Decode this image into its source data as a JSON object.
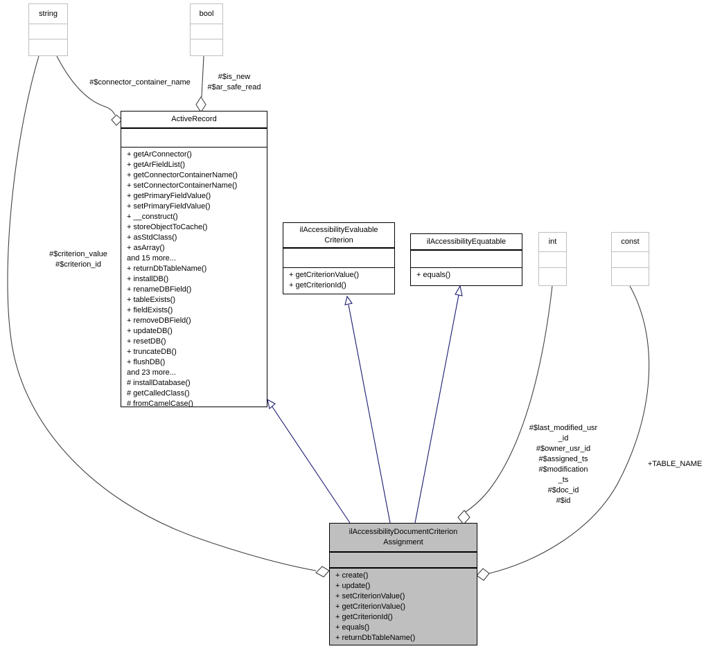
{
  "diagram_type": "uml-collaboration-graph",
  "colors": {
    "inheritance_edge": "#191970",
    "aggregation_edge": "#404040",
    "highlight_node_fill": "#bfbfbf",
    "external_node_border": "#bebebe",
    "node_border": "#000000",
    "background": "#ffffff"
  },
  "classes": {
    "string_type": {
      "title": "string"
    },
    "bool_type": {
      "title": "bool"
    },
    "int_type": {
      "title": "int"
    },
    "const_type": {
      "title": "const"
    },
    "active_record": {
      "title": "ActiveRecord",
      "methods": [
        "+ getArConnector()",
        "+ getArFieldList()",
        "+ getConnectorContainerName()",
        "+ setConnectorContainerName()",
        "+ getPrimaryFieldValue()",
        "+ setPrimaryFieldValue()",
        "+ __construct()",
        "+ storeObjectToCache()",
        "+ asStdClass()",
        "+ asArray()",
        "and 15 more...",
        "+ returnDbTableName()",
        "+ installDB()",
        "+ renameDBField()",
        "+ tableExists()",
        "+ fieldExists()",
        "+ removeDBField()",
        "+ updateDB()",
        "+ resetDB()",
        "+ truncateDB()",
        "+ flushDB()",
        "and 23 more...",
        "# installDatabase()",
        "# getCalledClass()",
        "# fromCamelCase()"
      ]
    },
    "evaluable_criterion": {
      "title_lines": [
        "ilAccessibilityEvaluable",
        "Criterion"
      ],
      "methods": [
        "+ getCriterionValue()",
        "+ getCriterionId()"
      ]
    },
    "equatable": {
      "title": "ilAccessibilityEquatable",
      "methods": [
        "+ equals()"
      ]
    },
    "assignment": {
      "title_lines": [
        "ilAccessibilityDocumentCriterion",
        "Assignment"
      ],
      "methods": [
        "+ create()",
        "+ update()",
        "+ setCriterionValue()",
        "+ getCriterionValue()",
        "+ getCriterionId()",
        "+ equals()",
        "+ returnDbTableName()"
      ]
    }
  },
  "edge_labels": {
    "connector_container_name": "#$connector_container_name",
    "bool_members": [
      "#$is_new",
      "#$ar_safe_read"
    ],
    "string_members": [
      "#$criterion_value",
      "#$criterion_id"
    ],
    "int_members": [
      "#$last_modified_usr",
      "_id",
      "#$owner_usr_id",
      "#$assigned_ts",
      "#$modification",
      "_ts",
      "#$doc_id",
      "#$id"
    ],
    "const_member": "+TABLE_NAME"
  }
}
